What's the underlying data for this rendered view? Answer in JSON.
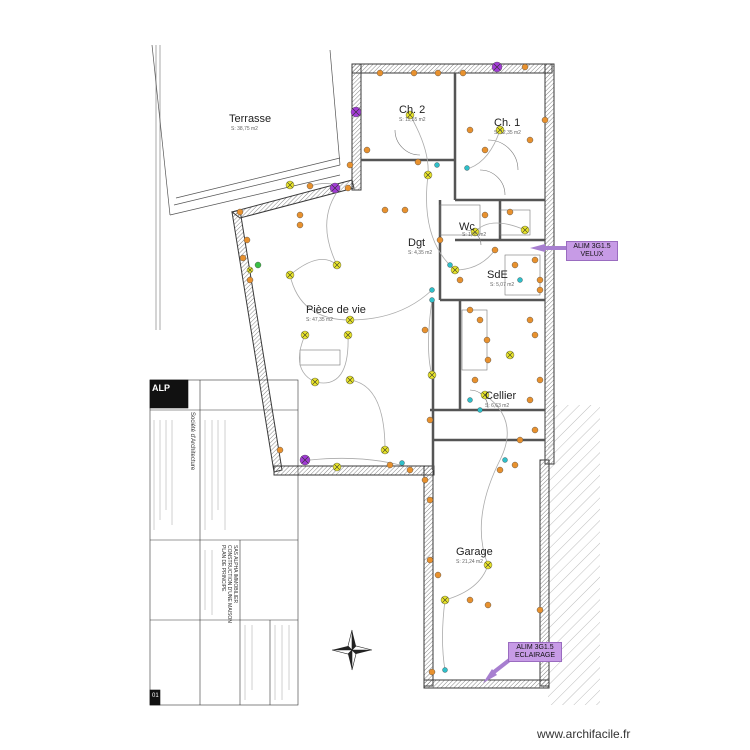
{
  "rooms": {
    "terrasse": {
      "name": "Terrasse",
      "area": "S: 38,75 m2"
    },
    "ch2": {
      "name": "Ch. 2",
      "area": "S: 11,55 m2"
    },
    "ch1": {
      "name": "Ch. 1",
      "area": "S: 12,35 m2"
    },
    "wc": {
      "name": "Wc",
      "area": "S: 1,55 m2"
    },
    "dgt": {
      "name": "Dgt",
      "area": "S: 4,35 m2"
    },
    "sde": {
      "name": "SdE",
      "area": "S: 5,07 m2"
    },
    "piece_de_vie": {
      "name": "Pièce de vie",
      "area": "S: 47,35 m2"
    },
    "cellier": {
      "name": "Cellier",
      "area": "S: 6,63 m2"
    },
    "garage": {
      "name": "Garage",
      "area": "S: 21,24 m2"
    }
  },
  "callouts": {
    "velux": {
      "line1": "ALIM 3G1.5",
      "line2": "VELUX"
    },
    "eclairage": {
      "line1": "ALIM 3G1.5",
      "line2": "ECLAIRAGE"
    }
  },
  "title_block": {
    "logo": "ALP",
    "company": "Société d'Architecture",
    "client": "SAS ALPHA IMMOBILIER",
    "project": "CONSTRUCTION D'UNE MAISON",
    "drawing": "PLAN DE PRINCIPE",
    "sheet_no": "01"
  },
  "watermark": "www.archifacile.fr",
  "colors": {
    "wall": "#3a3a3a",
    "socket": "#e8912e",
    "light": "#e8e42a",
    "switch": "#3bbf45",
    "purple": "#a23bd6",
    "cyan": "#2fbfc9",
    "wire": "#aaaaaa",
    "callout": "#c79be6",
    "hatch": "#bdbdbd"
  }
}
